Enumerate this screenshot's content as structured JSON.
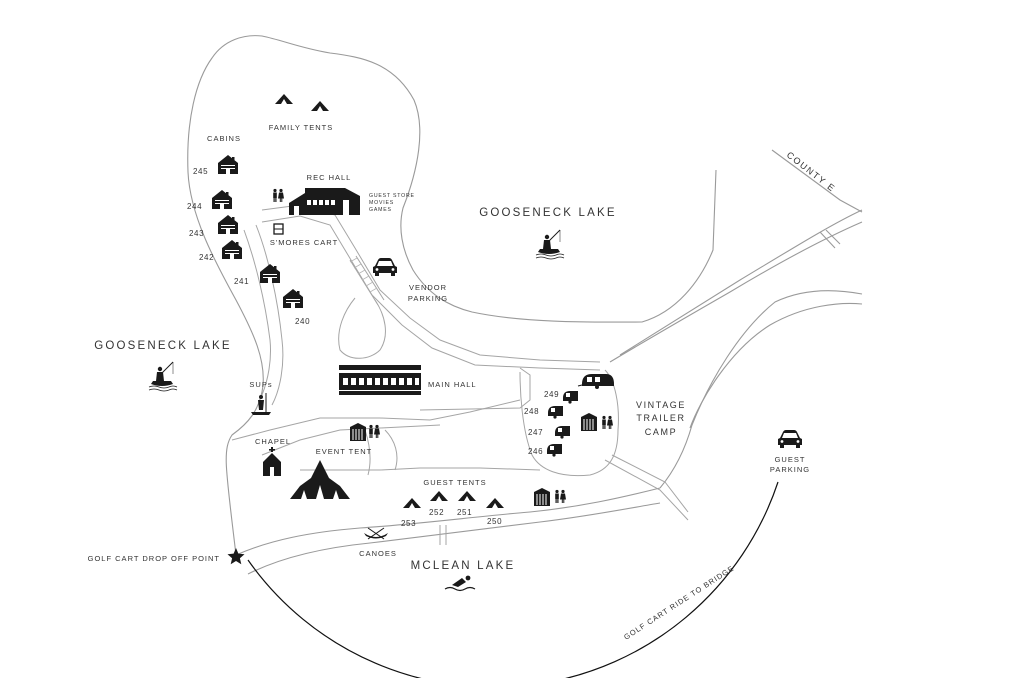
{
  "labels": {
    "cabins": "CABINS",
    "family_tents": "FAMILY TENTS",
    "rec_hall": "REC HALL",
    "guest_store_1": "GUEST STORE",
    "guest_store_2": "MOVIES",
    "guest_store_3": "GAMES",
    "smores_cart": "S'MORES CART",
    "gooseneck_lake_north": "GOOSENECK LAKE",
    "gooseneck_lake_west": "GOOSENECK LAKE",
    "county_road": "COUNTY E",
    "vendor_parking_1": "VENDOR",
    "vendor_parking_2": "PARKING",
    "main_hall": "MAIN HALL",
    "sups": "SUPs",
    "chapel": "CHAPEL",
    "event_tent": "EVENT TENT",
    "guest_tents": "GUEST TENTS",
    "vintage_1": "VINTAGE",
    "vintage_2": "TRAILER",
    "vintage_3": "CAMP",
    "guest_parking_1": "GUEST",
    "guest_parking_2": "PARKING",
    "drop_off": "GOLF CART DROP OFF POINT",
    "canoes": "CANOES",
    "mclean_lake": "MCLEAN LAKE",
    "golf_cart_ride": "GOLF CART RIDE TO BRIDGE"
  },
  "cabin_numbers": [
    "245",
    "244",
    "243",
    "242",
    "241",
    "240"
  ],
  "trailer_numbers": [
    "249",
    "248",
    "247",
    "246"
  ],
  "tent_numbers": [
    "253",
    "252",
    "251",
    "250"
  ],
  "colors": {
    "ink": "#1a1a1a",
    "shore": "#9a9a9a",
    "text": "#333333",
    "route": "#111111"
  },
  "icons": [
    "tent-icon",
    "cabin-icon",
    "building-icon",
    "restroom-icon",
    "car-icon",
    "fishing-icon",
    "paddleboard-icon",
    "chapel-icon",
    "event-tent-icon",
    "vintage-trailer-icon",
    "canoe-icon",
    "swimmer-icon",
    "star-icon",
    "bench-icon"
  ]
}
